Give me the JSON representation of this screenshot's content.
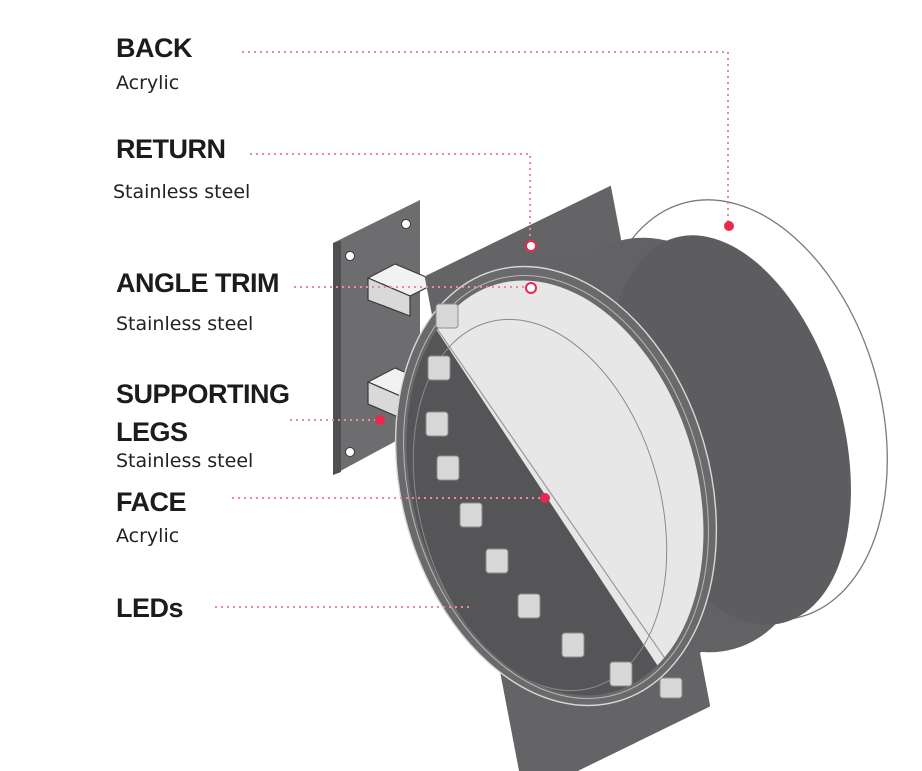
{
  "colors": {
    "accent": "#e8294e",
    "leader": "#ec8a9c",
    "text": "#1c1c1c",
    "casing": "#646466",
    "face": "#e6e6e6"
  },
  "callouts": [
    {
      "key": "back",
      "title": "BACK",
      "material": "Acrylic"
    },
    {
      "key": "return",
      "title": "RETURN",
      "material": "Stainless steel"
    },
    {
      "key": "angle_trim",
      "title": "ANGLE TRIM",
      "material": "Stainless steel"
    },
    {
      "key": "supporting_legs",
      "title": "SUPPORTING\nLEGS",
      "material": "Stainless steel"
    },
    {
      "key": "face",
      "title": "FACE",
      "material": "Acrylic"
    },
    {
      "key": "leds",
      "title": "LEDs",
      "material": ""
    }
  ]
}
